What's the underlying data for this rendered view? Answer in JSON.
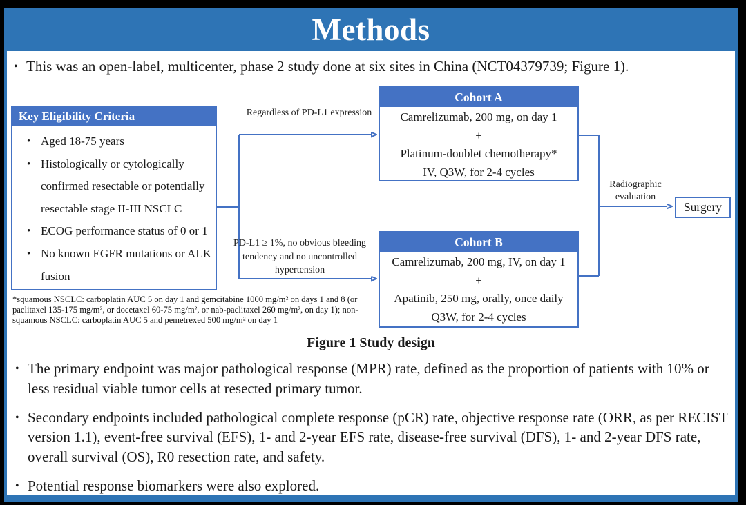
{
  "slide": {
    "title": "Methods"
  },
  "intro": {
    "text": "This was an open-label, multicenter, phase 2 study done at six sites in China (NCT04379739; Figure 1)."
  },
  "figure": {
    "eligibility": {
      "header": "Key Eligibility Criteria",
      "bullets": [
        "Aged 18-75 years",
        "Histologically or cytologically confirmed resectable or potentially resectable stage II-III NSCLC",
        "ECOG performance status of 0 or 1",
        "No known EGFR mutations or ALK fusion"
      ]
    },
    "branch_top_label": "Regardless of PD-L1 expression",
    "branch_bottom_label": "PD-L1 ≥ 1%, no obvious bleeding tendency and no uncontrolled hypertension",
    "cohort_a": {
      "header": "Cohort A",
      "lines": [
        "Camrelizumab, 200 mg, on day 1",
        "+",
        "Platinum-doublet chemotherapy*",
        "IV, Q3W, for 2-4 cycles"
      ]
    },
    "cohort_b": {
      "header": "Cohort B",
      "lines": [
        "Camrelizumab, 200 mg, IV, on day 1",
        "+",
        "Apatinib, 250 mg, orally, once daily",
        "Q3W, for 2-4 cycles"
      ]
    },
    "evaluation_label": "Radiographic evaluation",
    "surgery_label": "Surgery",
    "footnote": "*squamous NSCLC: carboplatin AUC 5 on day 1 and gemcitabine 1000 mg/m² on days 1 and 8 (or paclitaxel 135-175 mg/m², or docetaxel 60-75 mg/m², or nab-paclitaxel 260 mg/m², on day 1); non-squamous NSCLC: carboplatin AUC 5 and pemetrexed 500 mg/m² on day 1",
    "caption": "Figure 1 Study design"
  },
  "endpoints": [
    "The primary endpoint was major pathological response (MPR) rate, defined as the proportion of patients with 10% or less residual viable tumor cells at resected primary tumor.",
    "Secondary endpoints included pathological complete response (pCR) rate, objective response rate (ORR, as per RECIST version 1.1), event-free survival (EFS), 1- and 2-year EFS rate, disease-free survival (DFS), 1- and 2-year DFS rate, overall survival (OS), R0 resection rate, and safety.",
    "Potential response biomarkers were also explored."
  ],
  "colors": {
    "title_bar": "#2E74B5",
    "box_header": "#4472C4",
    "connector": "#4472C4",
    "frame_border": "#2E74B5",
    "background": "#000000",
    "text": "#1a1a1a"
  }
}
